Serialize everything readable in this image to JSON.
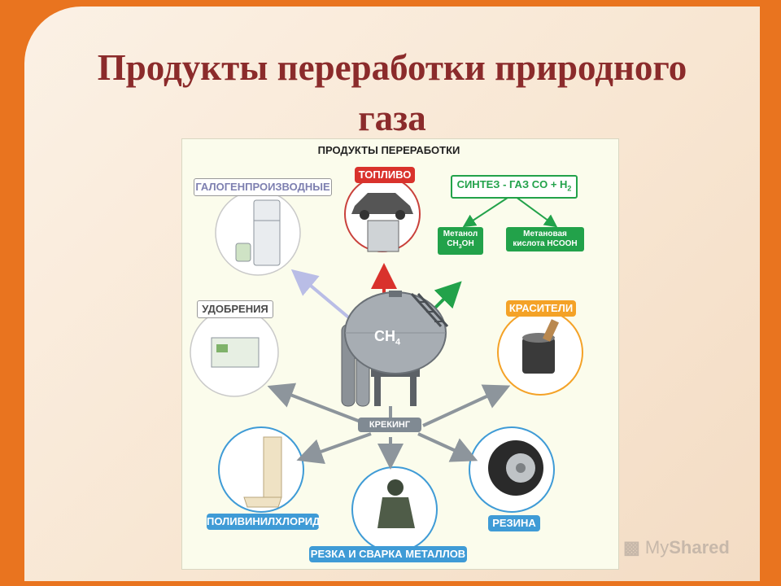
{
  "slide": {
    "title_line1": "Продукты переработки природного",
    "title_line2": "газа"
  },
  "diagram": {
    "heading": "ПРОДУКТЫ ПЕРЕРАБОТКИ",
    "center": {
      "formula": "CH",
      "subscript": "4"
    },
    "cracking": "КРЕКИНГ",
    "nodes": {
      "halogen": "ГАЛОГЕНПРОИЗВОДНЫЕ",
      "fuel": "ТОПЛИВО",
      "syngas": "СИНТЕЗ - ГАЗ  CO + H",
      "syngas_sub": "2",
      "methanol_line1": "Метанол",
      "methanol_line2": "CH",
      "methanol_sub": "3",
      "methanol_tail": "OH",
      "formic_line1": "Метановая",
      "formic_line2": "кислота HCOOH",
      "fertilizers": "УДОБРЕНИЯ",
      "dyes": "КРАСИТЕЛИ",
      "pvc": "ПОЛИВИНИЛХЛОРИД",
      "welding": "РЕЗКА И СВАРКА МЕТАЛЛОВ",
      "rubber": "РЕЗИНА"
    },
    "colors": {
      "arrow_gray": "#8d959c",
      "arrow_red": "#d9322c",
      "arrow_green": "#22a24a",
      "arrow_lavender": "#b9bde6",
      "circle_red": "#c9403b",
      "circle_blue": "#3f9bd6",
      "circle_orange": "#f4a227"
    }
  },
  "watermark": {
    "prefix": "My",
    "brand": "Shared"
  }
}
